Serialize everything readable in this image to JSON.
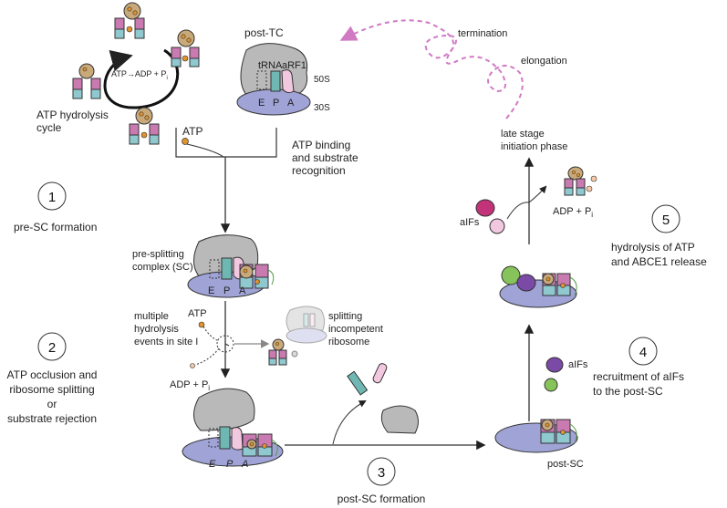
{
  "steps": [
    {
      "number": "1",
      "label_lines": [
        "pre-SC formation"
      ]
    },
    {
      "number": "2",
      "label_lines": [
        "ATP occlusion and",
        "ribosome splitting",
        "or",
        "substrate rejection"
      ]
    },
    {
      "number": "3",
      "label_lines": [
        "post-SC formation"
      ]
    },
    {
      "number": "4",
      "label_lines": [
        "recruitment of aIFs",
        "to the post-SC"
      ]
    },
    {
      "number": "5",
      "label_lines": [
        "hydrolysis of ATP",
        "and ABCE1 release"
      ]
    }
  ],
  "cycle": {
    "reaction": "ATP→ADP + P",
    "reaction_sub": "i",
    "caption_lines": [
      "ATP hydrolysis",
      "cycle"
    ]
  },
  "post_tc": {
    "title": "post-TC",
    "trna": "tRNA",
    "arf1": "aRF1",
    "large_subunit": "50S",
    "small_subunit": "30S",
    "site_e": "E",
    "site_p": "P",
    "site_a": "A"
  },
  "atp_binding": {
    "atp": "ATP",
    "caption_lines": [
      "ATP binding",
      "and substrate",
      "recognition"
    ]
  },
  "pre_sc": {
    "caption_lines": [
      "pre-splitting",
      "complex (SC)"
    ],
    "site_e": "E",
    "site_p": "P",
    "site_a": "A"
  },
  "hydrolysis": {
    "caption_lines": [
      "multiple",
      "hydrolysis",
      "events in site I"
    ],
    "atp": "ATP",
    "adp": "ADP + P",
    "adp_sub": "i"
  },
  "incompetent": {
    "caption_lines": [
      "splitting",
      "incompetent",
      "ribosome"
    ]
  },
  "split_sc": {
    "site_e": "E",
    "site_p": "P",
    "site_a": "A"
  },
  "post_sc": {
    "caption": "post-SC"
  },
  "recruitment": {
    "aifs": "aIFs"
  },
  "release": {
    "aifs": "aIFs",
    "adp": "ADP + P",
    "adp_sub": "i"
  },
  "phases": {
    "termination": "termination",
    "elongation": "elongation",
    "initiation_lines": [
      "late stage",
      "initiation phase"
    ]
  },
  "colors": {
    "ribosome_large": "#b9b9b9",
    "ribosome_small": "#9fa3d6",
    "abce1_pink": "#c97ab0",
    "abce1_cyan": "#8fc9cf",
    "trna_teal": "#6fb7b3",
    "arf1_pink": "#f2c8e0",
    "atp_orange": "#e0922c",
    "aif_purple": "#7b4aa6",
    "aif_green": "#86c35a",
    "aif_magenta": "#c2337a",
    "dashed_arrow": "#d07ac4"
  }
}
